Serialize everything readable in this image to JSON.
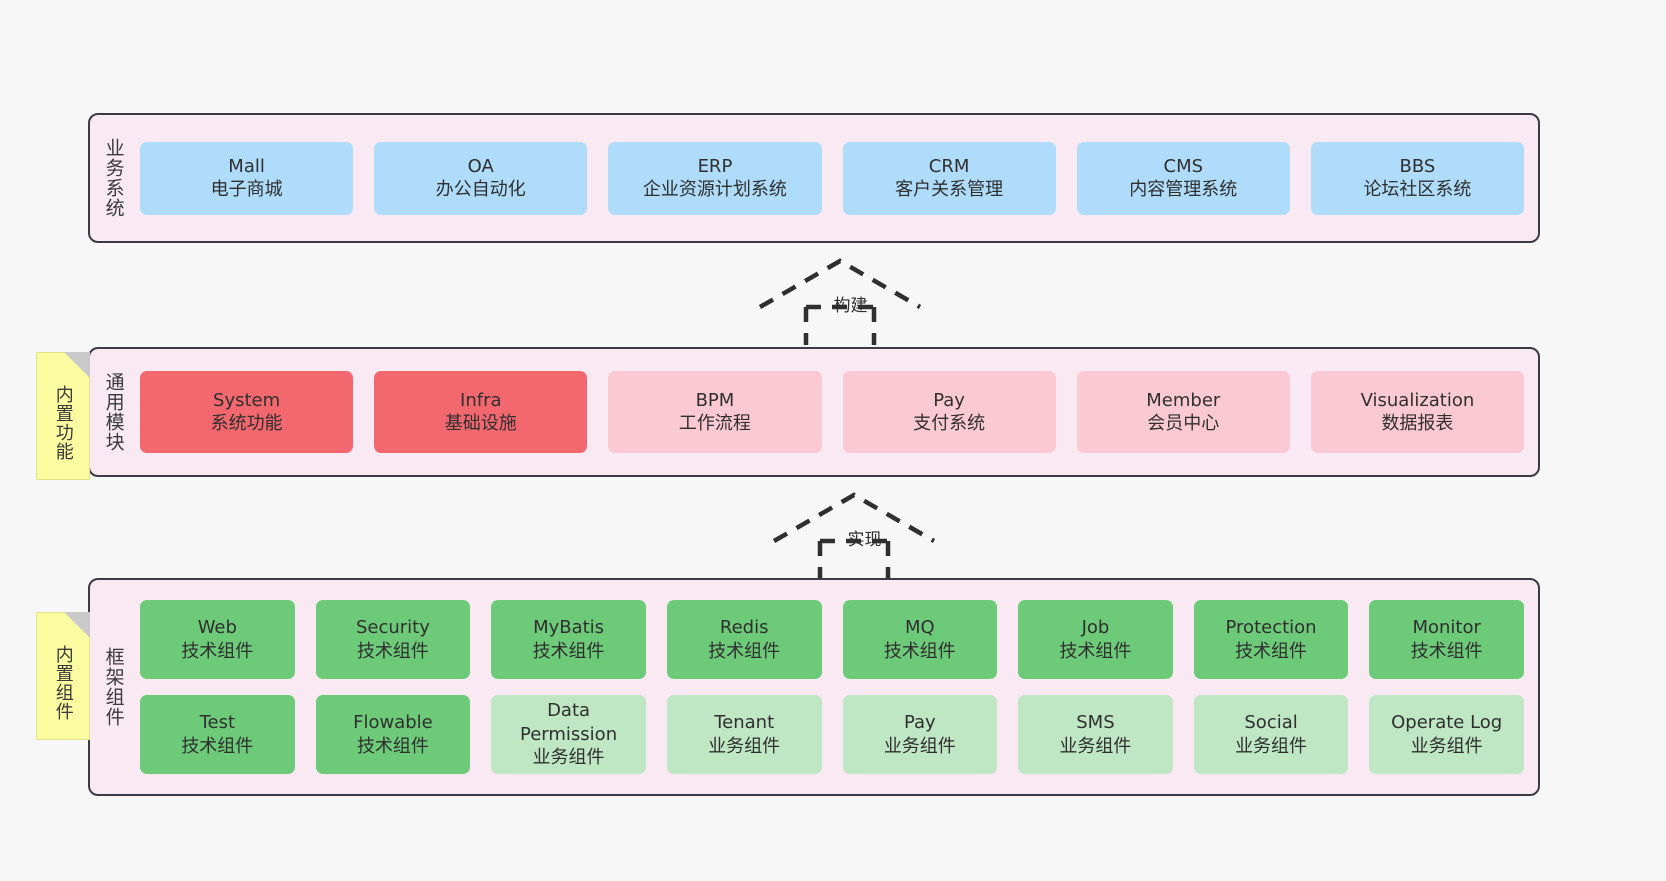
{
  "diagram": {
    "background_color": "#f7f7f7",
    "panel_color": "#f8e9f3",
    "panel_border_color": "#3b3b44"
  },
  "notes": [
    {
      "name": "builtin-function",
      "text": "内置功能"
    },
    {
      "name": "builtin-component",
      "text": "内置组件"
    }
  ],
  "arrows": [
    {
      "name": "build",
      "label": "构建",
      "style": "dashed-generalization"
    },
    {
      "name": "implement",
      "label": "实现",
      "style": "dashed-generalization"
    }
  ],
  "layers": {
    "business": {
      "label": "业务系统",
      "color": "#aedcfa",
      "items": [
        {
          "en": "Mall",
          "cn": "电子商城"
        },
        {
          "en": "OA",
          "cn": "办公自动化"
        },
        {
          "en": "ERP",
          "cn": "企业资源计划系统"
        },
        {
          "en": "CRM",
          "cn": "客户关系管理"
        },
        {
          "en": "CMS",
          "cn": "内容管理系统"
        },
        {
          "en": "BBS",
          "cn": "论坛社区系统"
        }
      ]
    },
    "modules": {
      "label": "通用模块",
      "colors": {
        "primary": "#f2686e",
        "secondary": "#fbc9d4"
      },
      "items": [
        {
          "en": "System",
          "cn": "系统功能",
          "variant": "red"
        },
        {
          "en": "Infra",
          "cn": "基础设施",
          "variant": "red"
        },
        {
          "en": "BPM",
          "cn": "工作流程",
          "variant": "pink"
        },
        {
          "en": "Pay",
          "cn": "支付系统",
          "variant": "pink"
        },
        {
          "en": "Member",
          "cn": "会员中心",
          "variant": "pink"
        },
        {
          "en": "Visualization",
          "cn": "数据报表",
          "variant": "pink"
        }
      ]
    },
    "framework": {
      "label": "框架组件",
      "colors": {
        "tech": "#6dca79",
        "business": "#bfe7c4"
      },
      "row1": [
        {
          "en": "Web",
          "cn": "技术组件",
          "variant": "green"
        },
        {
          "en": "Security",
          "cn": "技术组件",
          "variant": "green"
        },
        {
          "en": "MyBatis",
          "cn": "技术组件",
          "variant": "green"
        },
        {
          "en": "Redis",
          "cn": "技术组件",
          "variant": "green"
        },
        {
          "en": "MQ",
          "cn": "技术组件",
          "variant": "green"
        },
        {
          "en": "Job",
          "cn": "技术组件",
          "variant": "green"
        },
        {
          "en": "Protection",
          "cn": "技术组件",
          "variant": "green"
        },
        {
          "en": "Monitor",
          "cn": "技术组件",
          "variant": "green"
        }
      ],
      "row2": [
        {
          "en": "Test",
          "cn": "技术组件",
          "variant": "green"
        },
        {
          "en": "Flowable",
          "cn": "技术组件",
          "variant": "green"
        },
        {
          "en": "Data Permission",
          "cn": "业务组件",
          "variant": "lightgreen"
        },
        {
          "en": "Tenant",
          "cn": "业务组件",
          "variant": "lightgreen"
        },
        {
          "en": "Pay",
          "cn": "业务组件",
          "variant": "lightgreen"
        },
        {
          "en": "SMS",
          "cn": "业务组件",
          "variant": "lightgreen"
        },
        {
          "en": "Social",
          "cn": "业务组件",
          "variant": "lightgreen"
        },
        {
          "en": "Operate Log",
          "cn": "业务组件",
          "variant": "lightgreen"
        }
      ]
    }
  }
}
